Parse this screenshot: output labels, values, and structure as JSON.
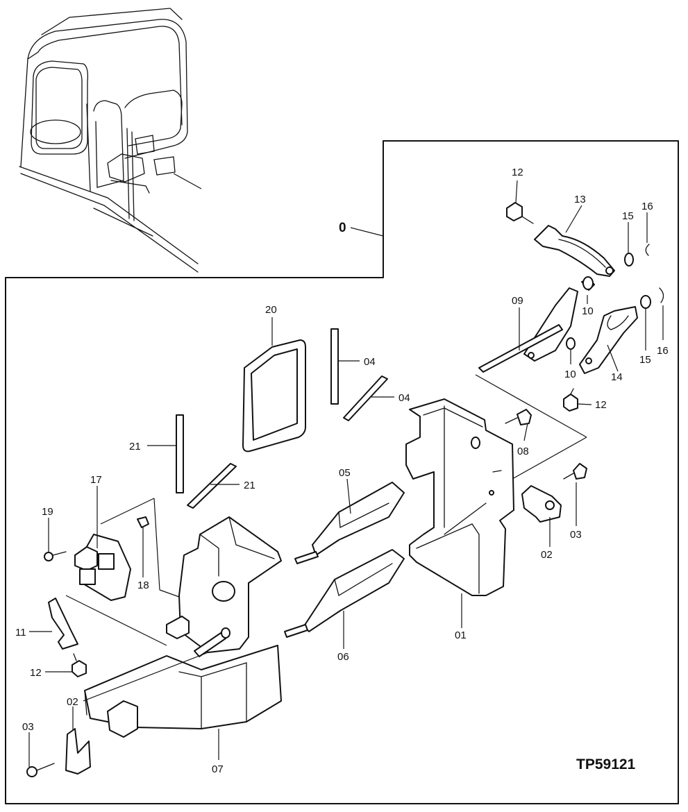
{
  "diagram": {
    "reference_code": "TP59121",
    "assembly_callout": "0",
    "callouts": [
      {
        "id": "c-12a",
        "text": "12"
      },
      {
        "id": "c-13",
        "text": "13"
      },
      {
        "id": "c-15a",
        "text": "15"
      },
      {
        "id": "c-16a",
        "text": "16"
      },
      {
        "id": "c-10a",
        "text": "10"
      },
      {
        "id": "c-09",
        "text": "09"
      },
      {
        "id": "c-15b",
        "text": "15"
      },
      {
        "id": "c-16b",
        "text": "16"
      },
      {
        "id": "c-10b",
        "text": "10"
      },
      {
        "id": "c-14",
        "text": "14"
      },
      {
        "id": "c-12b",
        "text": "12"
      },
      {
        "id": "c-20",
        "text": "20"
      },
      {
        "id": "c-04a",
        "text": "04"
      },
      {
        "id": "c-04b",
        "text": "04"
      },
      {
        "id": "c-08",
        "text": "08"
      },
      {
        "id": "c-21a",
        "text": "21"
      },
      {
        "id": "c-21b",
        "text": "21"
      },
      {
        "id": "c-05",
        "text": "05"
      },
      {
        "id": "c-03a",
        "text": "03"
      },
      {
        "id": "c-02a",
        "text": "02"
      },
      {
        "id": "c-17",
        "text": "17"
      },
      {
        "id": "c-19",
        "text": "19"
      },
      {
        "id": "c-18",
        "text": "18"
      },
      {
        "id": "c-01",
        "text": "01"
      },
      {
        "id": "c-06",
        "text": "06"
      },
      {
        "id": "c-11",
        "text": "11"
      },
      {
        "id": "c-12c",
        "text": "12"
      },
      {
        "id": "c-02b",
        "text": "02"
      },
      {
        "id": "c-03b",
        "text": "03"
      },
      {
        "id": "c-07",
        "text": "07"
      }
    ]
  }
}
